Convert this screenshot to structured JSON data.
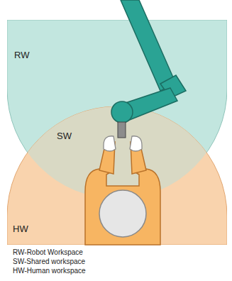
{
  "diagram": {
    "nodes": [
      {
        "text": [
          "RW"
        ]
      },
      {
        "text": [
          "SW"
        ]
      },
      {
        "text": [
          "HW"
        ]
      }
    ],
    "labels": [
      "RW-Robot Workspace",
      "SW-Shared workspace",
      "HW-Human workspace"
    ]
  }
}
